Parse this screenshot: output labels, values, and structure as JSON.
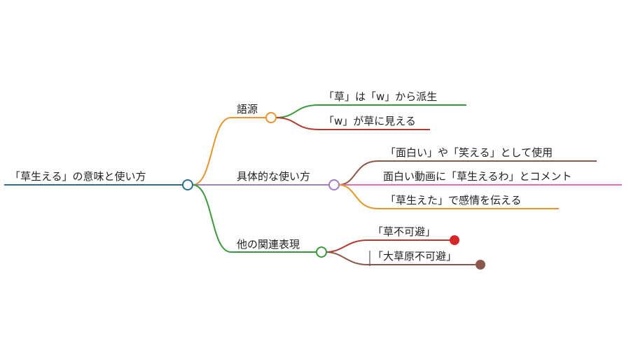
{
  "root": {
    "label": "「草生える」の意味と使い方"
  },
  "branches": [
    {
      "label": "語源",
      "color": "#e8952b",
      "children": [
        {
          "label": "「草」は「w」から派生",
          "color": "#3a9a3a"
        },
        {
          "label": "「w」が草に見える",
          "color": "#b03a2e"
        }
      ]
    },
    {
      "label": "具体的な使い方",
      "color": "#a17cc9",
      "children": [
        {
          "label": "「面白い」や「笑える」として使用",
          "color": "#8a5a44"
        },
        {
          "label": "面白い動画に「草生えるわ」とコメント",
          "color": "#e06fa6"
        },
        {
          "label": "「草生えた」で感情を伝える",
          "color": "#e8952b"
        }
      ]
    },
    {
      "label": "他の関連表現",
      "color": "#3a9a3a",
      "children": [
        {
          "label": "「草不可避」",
          "color": "#d62728"
        },
        {
          "label": "「大草原不可避」",
          "color": "#8c564b"
        }
      ]
    }
  ],
  "colors": {
    "root_line": "#2a6f8f",
    "node_fill": "#ffffff"
  }
}
